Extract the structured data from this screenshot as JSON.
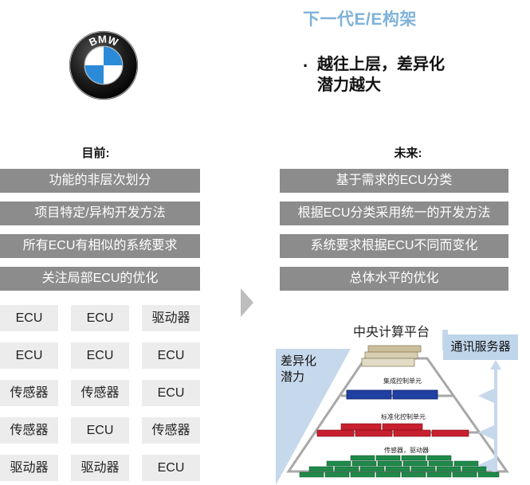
{
  "title": "下一代E/E构架",
  "bullet": {
    "line1": "越往上层，差异化",
    "line2": "潜力越大"
  },
  "logo": {
    "text": "BMW",
    "colors": {
      "blue": "#2b8bd8",
      "ring": "#1b1b1b"
    }
  },
  "current": {
    "heading": "目前:",
    "bars": [
      "功能的非层次划分",
      "项目特定/异构开发方法",
      "所有ECU有相似的系统要求",
      "关注局部ECU的优化"
    ],
    "grid": [
      [
        "ECU",
        "ECU",
        "驱动器"
      ],
      [
        "ECU",
        "ECU",
        "ECU"
      ],
      [
        "传感器",
        "传感器",
        "ECU"
      ],
      [
        "传感器",
        "ECU",
        "传感器"
      ],
      [
        "驱动器",
        "驱动器",
        "ECU"
      ]
    ]
  },
  "future": {
    "heading": "未来:",
    "bars": [
      "基于需求的ECU分类",
      "根据ECU分类采用统一的开发方法",
      "系统要求根据ECU不同而变化",
      "总体水平的优化"
    ]
  },
  "pyramid": {
    "top_label": "中央计算平台",
    "comm_label": "通讯服务器",
    "diff_label_1": "差异化",
    "diff_label_2": "潜力",
    "layer1_label": "集成控制单元",
    "layer2_label": "标准化控制单元",
    "layer3_label": "传感器，驱动器",
    "colors": {
      "blue": "#1f3fa3",
      "red": "#c8202f",
      "green": "#1e8a4a",
      "top": "#d8cfb3",
      "wedge": "#c6d8ec"
    }
  },
  "colors": {
    "title": "#7fb2d9",
    "bar": "#8c8c8c",
    "tile": "#ececec"
  }
}
